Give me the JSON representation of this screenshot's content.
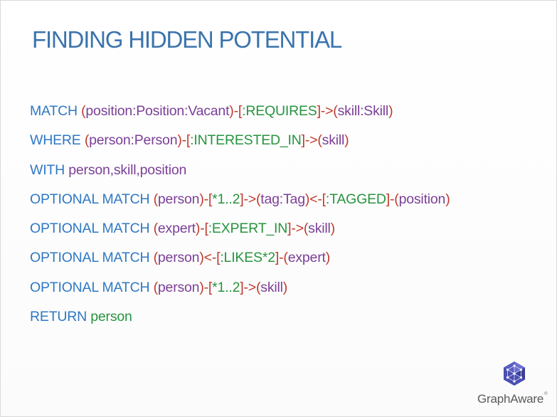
{
  "slide": {
    "title": "FINDING HIDDEN POTENTIAL",
    "code_lines": [
      [
        {
          "t": "MATCH ",
          "k": "kw"
        },
        {
          "t": "(",
          "k": "pun"
        },
        {
          "t": "position:Position:Vacant",
          "k": "var"
        },
        {
          "t": ")-[",
          "k": "pun"
        },
        {
          "t": ":REQUIRES",
          "k": "rel"
        },
        {
          "t": "]->(",
          "k": "pun"
        },
        {
          "t": "skill:Skill",
          "k": "var"
        },
        {
          "t": ")",
          "k": "pun"
        }
      ],
      [
        {
          "t": "WHERE ",
          "k": "kw"
        },
        {
          "t": "(",
          "k": "pun"
        },
        {
          "t": "person:Person",
          "k": "var"
        },
        {
          "t": ")-[",
          "k": "pun"
        },
        {
          "t": ":INTERESTED_IN",
          "k": "rel"
        },
        {
          "t": "]->(",
          "k": "pun"
        },
        {
          "t": "skill",
          "k": "var"
        },
        {
          "t": ")",
          "k": "pun"
        }
      ],
      [
        {
          "t": "WITH ",
          "k": "kw"
        },
        {
          "t": "person,skill,position",
          "k": "var"
        }
      ],
      [
        {
          "t": "OPTIONAL MATCH ",
          "k": "kw"
        },
        {
          "t": "(",
          "k": "pun"
        },
        {
          "t": "person",
          "k": "var"
        },
        {
          "t": ")-[",
          "k": "pun"
        },
        {
          "t": "*1..2",
          "k": "rel"
        },
        {
          "t": "]->(",
          "k": "pun"
        },
        {
          "t": "tag:Tag",
          "k": "var"
        },
        {
          "t": ")<-[",
          "k": "pun"
        },
        {
          "t": ":TAGGED",
          "k": "rel"
        },
        {
          "t": "]-(",
          "k": "pun"
        },
        {
          "t": "position",
          "k": "var"
        },
        {
          "t": ")",
          "k": "pun"
        }
      ],
      [
        {
          "t": "OPTIONAL MATCH ",
          "k": "kw"
        },
        {
          "t": "(",
          "k": "pun"
        },
        {
          "t": "expert",
          "k": "var"
        },
        {
          "t": ")-[",
          "k": "pun"
        },
        {
          "t": ":EXPERT_IN",
          "k": "rel"
        },
        {
          "t": "]->(",
          "k": "pun"
        },
        {
          "t": "skill",
          "k": "var"
        },
        {
          "t": ")",
          "k": "pun"
        }
      ],
      [
        {
          "t": "OPTIONAL MATCH ",
          "k": "kw"
        },
        {
          "t": "(",
          "k": "pun"
        },
        {
          "t": "person",
          "k": "var"
        },
        {
          "t": ")<-[",
          "k": "pun"
        },
        {
          "t": ":LIKES*2",
          "k": "rel"
        },
        {
          "t": "]-(",
          "k": "pun"
        },
        {
          "t": "expert",
          "k": "var"
        },
        {
          "t": ")",
          "k": "pun"
        }
      ],
      [
        {
          "t": "OPTIONAL MATCH ",
          "k": "kw"
        },
        {
          "t": "(",
          "k": "pun"
        },
        {
          "t": "person",
          "k": "var"
        },
        {
          "t": ")-[",
          "k": "pun"
        },
        {
          "t": "*1..2",
          "k": "rel"
        },
        {
          "t": "]->(",
          "k": "pun"
        },
        {
          "t": "skill",
          "k": "var"
        },
        {
          "t": ")",
          "k": "pun"
        }
      ],
      [
        {
          "t": "RETURN ",
          "k": "kw"
        },
        {
          "t": "person",
          "k": "rel"
        }
      ]
    ]
  },
  "logo": {
    "text": "GraphAware",
    "reg_mark": "®",
    "icon": "graphaware-hexagon-icon"
  },
  "colors": {
    "title": "#3b74ad",
    "keyword": "#2f78c4",
    "variable": "#7b3f97",
    "punctuation": "#c0392b",
    "relationship": "#27943f"
  }
}
